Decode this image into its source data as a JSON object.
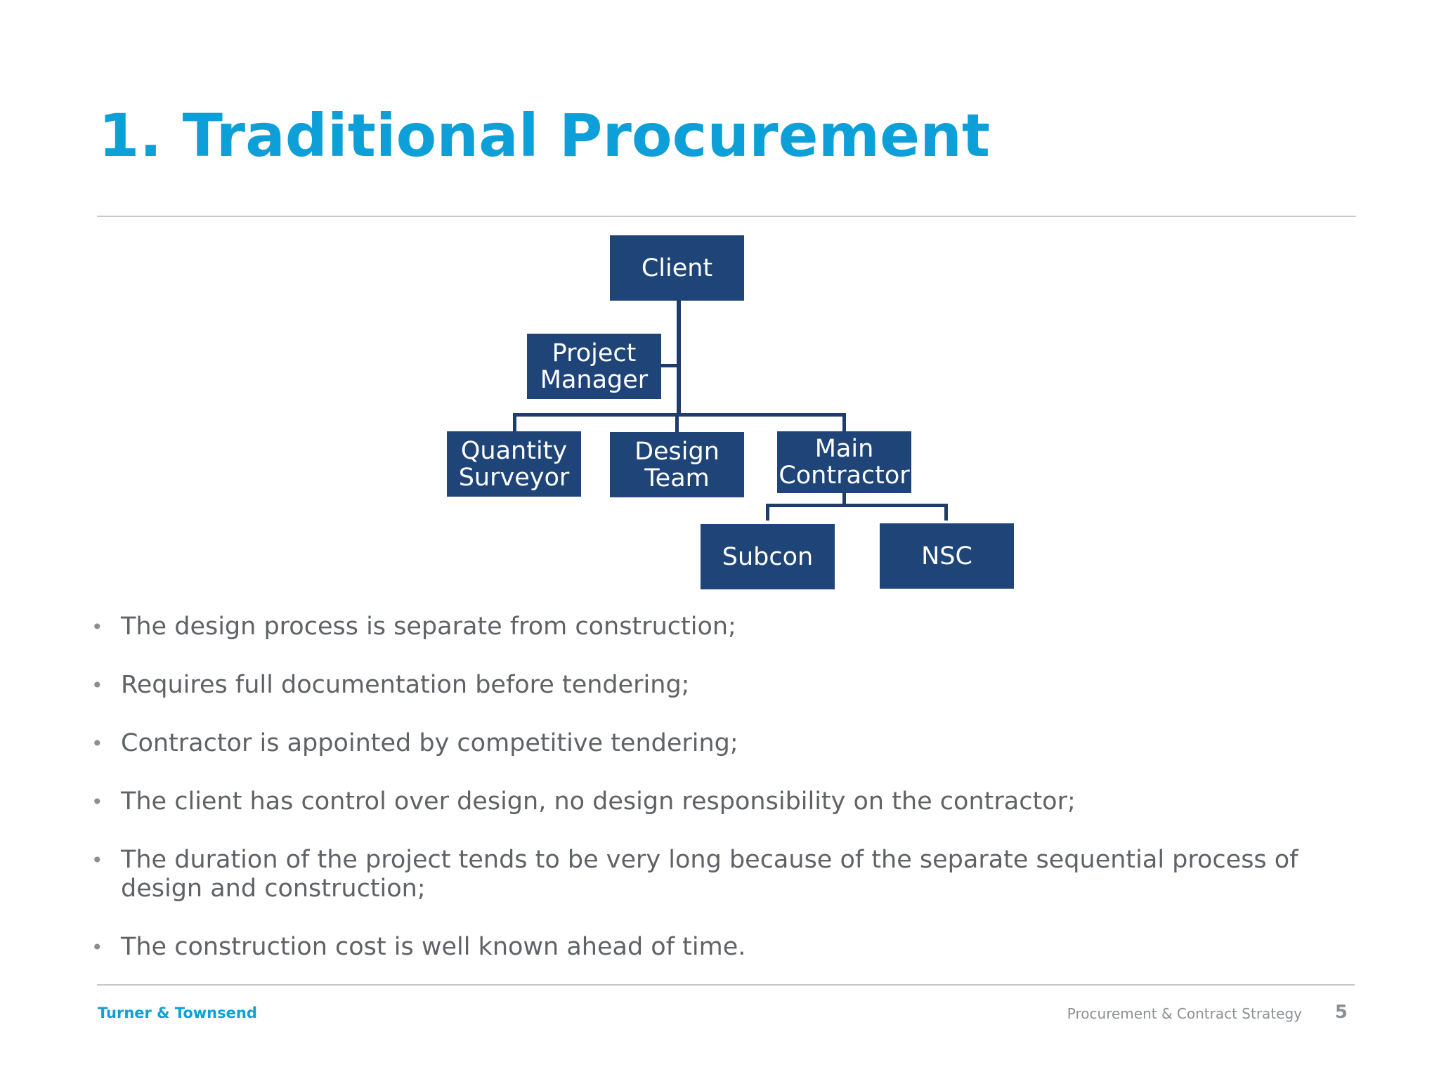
{
  "slide": {
    "title": "1. Traditional Procurement",
    "page_number": "5"
  },
  "org_chart": {
    "client": "Client",
    "project_manager": [
      "Project",
      "Manager"
    ],
    "quantity_surveyor": [
      "Quantity",
      "Surveyor"
    ],
    "design_team": [
      "Design",
      "Team"
    ],
    "main_contractor": [
      "Main",
      "Contractor"
    ],
    "subcon": "Subcon",
    "nsc": "NSC"
  },
  "bullets": [
    "The design process is separate from construction;",
    "Requires full documentation before tendering;",
    "Contractor is appointed by competitive tendering;",
    "The client has control over design, no design responsibility on the contractor;",
    "The duration of the project tends to be very long because of the separate sequential process of design and construction;",
    "The construction cost is well known ahead of time."
  ],
  "footer": {
    "brand": "Turner & Townsend",
    "caption": "Procurement & Contract Strategy"
  },
  "colors": {
    "title": "#0d9fd8",
    "node_fill": "#1f4478",
    "connector": "#1f3d6b",
    "body_text": "#5f6266"
  }
}
